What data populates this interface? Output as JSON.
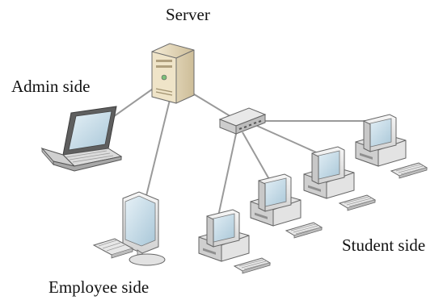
{
  "labels": {
    "server": "Server",
    "admin": "Admin side",
    "employee": "Employee side",
    "student": "Student side"
  },
  "nodes": {
    "server": {
      "icon": "tower-server-icon"
    },
    "switch": {
      "icon": "network-switch-icon"
    },
    "admin": {
      "icon": "laptop-icon"
    },
    "employee": {
      "icon": "lcd-monitor-workstation-icon"
    },
    "students": [
      {
        "icon": "desktop-computer-icon"
      },
      {
        "icon": "desktop-computer-icon"
      },
      {
        "icon": "desktop-computer-icon"
      },
      {
        "icon": "desktop-computer-icon"
      }
    ]
  },
  "colors": {
    "link": "#9a9a9a",
    "device_body": "#e9e9e9",
    "device_outline": "#6b6b6b",
    "screen": "#cfe3ee",
    "server_body": "#e8dcc0"
  }
}
